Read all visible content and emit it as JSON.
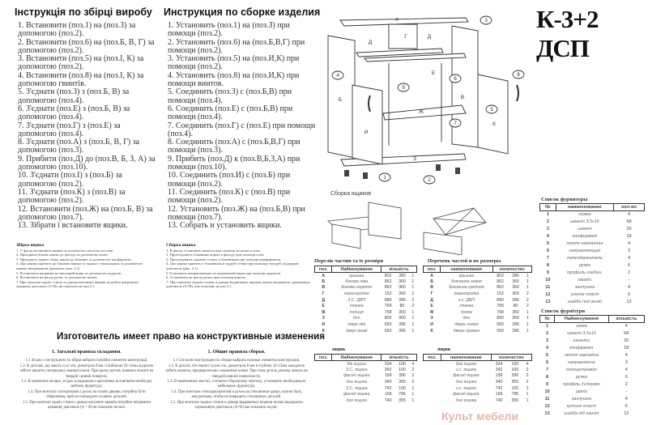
{
  "title": "К-3+2 ДСП",
  "ua_instr": {
    "heading": "Інструкція по збірці виробу",
    "steps": [
      "1. Встановити (поз.1) на (поз.З) за допомогою (поз.2).",
      "2. Встановити (поз.6) на (поз.Б, В, Г) за допомогою (поз.2).",
      "3. Встановити (поз.5) на (поз.І, К) за допомогою (поз.2).",
      "4. Встановити (поз.8) на (поз.І, К) за допомогою гвинтів.",
      "5. З'єднати (поз.З) з (поз.Б, В) за допомогою (поз.4).",
      "6. З'єднати (поз.Е) з (поз.Б, В) за допомогою (поз.4).",
      "7. З'єднати (поз.Г) з (поз.Е) за допомогою (поз.4).",
      "8. З'єднати (поз.А) з (поз.Б, В, Г) за допомогою (поз.3).",
      "9. Прибити (поз.Д) до (поз.В, Б, З, А) за допомогою (поз.10).",
      "10. З'єднати (поз.І) з (поз.Б) за допомогою (поз.2).",
      "11. З'єднати (поз.К) з (поз.В) за допомогою (поз.2).",
      "12. Встановити (поз.Ж) на (поз.Б, В) за допомогою (поз.7).",
      "13. Зібрати і встановити ящики."
    ]
  },
  "ru_instr": {
    "heading": "Инструкция по сборке изделия",
    "steps": [
      "1. Установить (поз.1) на (поз.З) при помощи (поз.2).",
      "2. Установить (поз.6) на (поз.Б,В,Г) при помощи (поз.2).",
      "3. Установить (поз.5) на (поз.И,К) при помощи (поз.2).",
      "4. Установить (поз.8) на (поз.И,К) при помощи винтов.",
      "5. Соединить (поз.З) с (поз.Б,В) при помощи (поз.4).",
      "6. Соединить (поз.Е) с (поз.Б,В) при помощи (поз.4).",
      "7. Соединить (поз.Г) с (поз.Е) при помощи (поз.4).",
      "8. Соединить (поз.А) с (поз.Б,В,Г) при помощи (поз.3).",
      "9. Прибить (поз.Д) к (поз.В,Б,З,А) при помощи (поз.10).",
      "10. Соединить (поз.И) с (поз.Б) при помощи (поз.2).",
      "11. Соединить (поз.К) с (поз.В) при помощи (поз.2).",
      "12. Установить (поз.Ж) на (поз.Б,В) при помощи (поз.7).",
      "13. Собрать и установить ящики."
    ]
  },
  "ua_drawer": {
    "heading": "Збірка ящика",
    "lines": [
      "1. У фасад встановити ящики за допомогою молотка та клею.",
      "2. Приєднати бокові ящика до фасаду за допомогою клею.",
      "3. Приєднати задню стінку ящика до бокових за допомогою конфірматів.",
      "4. Дно ящика прибити до бокових ящика та задньої стінки ящика за допомогою цвяхів, витримавши діагональ (мал. 2.1)",
      "5. Встановити напрямні на висувний ящик за допомогою шурупів.",
      "6. Встановити на фасад ручку за допомогою шипів.",
      "7. При монтажі задніх стінок та днища висувних ящиків потрібно витримати однакову діагональ (А=В), як показано на мал.2.1."
    ]
  },
  "ru_drawer": {
    "heading": "Сборка ящика",
    "lines": [
      "1. В фасад установить шканты при помощи молотка и клея.",
      "2. Присоединить боковины ящика к фасаду при помощи клея.",
      "3. Присоединить заднюю стенку к боковинам при помощи конфирматов.",
      "4. Дно ящика прибить к боковинам и задней стенке при помощи гвоздей, выдержав диагональ (рис. 2.1).",
      "5.Установить направляющие на выдвижной ящик при помощи шурупов.",
      "6. Установить на фасад ручку при помощи винтов.",
      "7. При монтаже задних стенок и днища выдвижных ящиков нужно выдержать одинаковую диагональ (А=В), как показано на рис.2.1."
    ]
  },
  "drawer_caption": "Сборка ящиков",
  "drawing_labels": [
    "А",
    "Б",
    "В",
    "Г",
    "Д",
    "Д",
    "Е",
    "Ж",
    "З",
    "И",
    "К",
    "1",
    "2",
    "3",
    "4",
    "5",
    "6",
    "7",
    "8",
    "9"
  ],
  "notice": "Изготовитель имеет право на конструктивные изменения",
  "ua_rules": {
    "heading": "1. Загальні правила складання.",
    "lines": [
      "1.1 Згідно з інструкцією по збірці вибрати потрібні елементи конструкції.",
      "1.2. В деталях, що мають сухі отв. діаметром 8 мм і глибиною 10-12мм акуратно забити шканти, попередньо змазані клеєм. При цьому деталь повинна лежати на твердій і рівній поверхні.",
      "1.3. В намічених місцях, згідно складального креслення, встановити необхідну меблеву фурнітуру.",
      "1.4. При монтажі склотримачів і ручок на скляні дверки, потрібно бути обережним, щоб не пошкодити скляних деталей.",
      "1.5. При монтажі задніх стінок і днища висувних ящиків потрібно витримати однакову діагональ (А = В) як показано на мал."
    ]
  },
  "ru_rules": {
    "heading": "1. Общие правила сборки.",
    "lines": [
      "1.1 Согласно инструкции по сборке выбрать нужные элементы конструкции.",
      "1.2. В детали, что имеют сухие отв. диаметром 8 мм и глубину 10-12мм аккуратно забить шканты, предварительно смазанные клеем. При этом деталь должна лежать на твердой ровной поверхности.",
      "1.3. В намеченных местах, согласно сборочному чертежу, установить необходимую мебельную фурнитуру.",
      "1.4. При монтаже стеклодержателей и ручек на стеклянные двери, нужно быть аккуратным, чтобы не повредить стеклянных деталей.",
      "1.5. При монтаже задних стенок и днища выдвижных ящиков нужно выдержать одинаковую диагональ (А=В) как показано на рис."
    ]
  },
  "ua_parts": {
    "title": "Перелік частин та їх розміри",
    "headers": [
      "поз.",
      "Найменування",
      "кількість"
    ],
    "rows": [
      [
        "А",
        "кришка",
        "802",
        "380",
        "1"
      ],
      [
        "Б",
        "бокова ліва",
        "862",
        "360",
        "1"
      ],
      [
        "В",
        "бокова середня",
        "862",
        "360",
        "1"
      ],
      [
        "Г",
        "перегородка",
        "152",
        "360",
        "2"
      ],
      [
        "Д",
        "З.С. ДВП",
        "890",
        "396",
        "2"
      ],
      [
        "Е",
        "планка",
        "768",
        "80",
        "2"
      ],
      [
        "Ж",
        "полиця",
        "768",
        "350",
        "1"
      ],
      [
        "З",
        "дно",
        "800",
        "360",
        "1"
      ],
      [
        "И",
        "двері ліві",
        "550",
        "396",
        "1"
      ],
      [
        "К",
        "двері праві",
        "550",
        "396",
        "1"
      ]
    ]
  },
  "ru_parts": {
    "title": "Перечень частей и их размеры",
    "headers": [
      "поз.",
      "наименование",
      "количество"
    ],
    "rows": [
      [
        "А",
        "крышка",
        "802",
        "380",
        "1"
      ],
      [
        "Б",
        "боковина левая",
        "862",
        "360",
        "1"
      ],
      [
        "В",
        "боковина средняя",
        "862",
        "360",
        "1"
      ],
      [
        "Г",
        "перегородка",
        "152",
        "360",
        "2"
      ],
      [
        "Д",
        "з.с. ДВП",
        "890",
        "396",
        "2"
      ],
      [
        "Е",
        "планка",
        "768",
        "80",
        "2"
      ],
      [
        "Ж",
        "полка",
        "768",
        "350",
        "1"
      ],
      [
        "З",
        "дно",
        "800",
        "360",
        "1"
      ],
      [
        "И",
        "дверь левая",
        "550",
        "396",
        "1"
      ],
      [
        "К",
        "дверь правая",
        "550",
        "396",
        "1"
      ]
    ]
  },
  "ua_drawers": {
    "title": "ящик",
    "headers": [
      "поз.",
      "Найменування",
      "кількість"
    ],
    "rows": [
      [
        "",
        "бік ящика",
        "334",
        "100",
        "4"
      ],
      [
        "",
        "З.С. ящика",
        "342",
        "100",
        "2"
      ],
      [
        "",
        "фасад ящика",
        "158",
        "396",
        "2"
      ],
      [
        "",
        "дно ящика",
        "340",
        "355",
        "2"
      ],
      [
        "",
        "З.С. ящика",
        "742",
        "100",
        "1"
      ],
      [
        "",
        "фасад ящика",
        "158",
        "796",
        "1"
      ],
      [
        "",
        "дно ящика",
        "740",
        "355",
        "1"
      ]
    ]
  },
  "ru_drawers": {
    "title": "ящик",
    "headers": [
      "поз.",
      "наименование",
      "количество"
    ],
    "rows": [
      [
        "",
        "бок ящика",
        "334",
        "100",
        "4"
      ],
      [
        "",
        "з.с. ящика",
        "342",
        "100",
        "2"
      ],
      [
        "",
        "фасад ящика",
        "158",
        "396",
        "2"
      ],
      [
        "",
        "дно ящика",
        "340",
        "355",
        "2"
      ],
      [
        "",
        "з.с. ящика",
        "742",
        "100",
        "1"
      ],
      [
        "",
        "фасад ящика",
        "158",
        "796",
        "1"
      ],
      [
        "",
        "дно ящика",
        "740",
        "355",
        "1"
      ]
    ]
  },
  "ru_hardware": {
    "title": "Список фурнитуры",
    "headers": [
      "№",
      "наименование",
      "кол-во"
    ],
    "rows": [
      [
        "1",
        "ножка",
        "4"
      ],
      [
        "2",
        "шкант 3.5х16",
        "68"
      ],
      [
        "3",
        "шкант",
        "20"
      ],
      [
        "4",
        "конфирмат",
        "18"
      ],
      [
        "5",
        "петля накладная",
        "4"
      ],
      [
        "6",
        "направляющая",
        "3"
      ],
      [
        "7",
        "полкодержатель",
        "4"
      ],
      [
        "8",
        "ручка",
        "6"
      ],
      [
        "9",
        "профиль соедин.",
        "2"
      ],
      [
        "10",
        "гвозди",
        "-"
      ],
      [
        "11",
        "заглушка",
        "4"
      ],
      [
        "12",
        "уголок пласт",
        "6"
      ],
      [
        "13",
        "шайба под винт",
        "12"
      ]
    ]
  },
  "ua_hardware": {
    "title": "Список фурнітури",
    "headers": [
      "№",
      "Найменування",
      "кількість"
    ],
    "rows": [
      [
        "1",
        "ніжка",
        "4"
      ],
      [
        "2",
        "шкант 3.5х16",
        "68"
      ],
      [
        "3",
        "шканти",
        "20"
      ],
      [
        "4",
        "конфірмат",
        "18"
      ],
      [
        "5",
        "петля накладна",
        "4"
      ],
      [
        "6",
        "направляюча",
        "3"
      ],
      [
        "7",
        "полицетримач",
        "4"
      ],
      [
        "8",
        "ручка",
        "6"
      ],
      [
        "9",
        "профіль з'єднувач",
        "2"
      ],
      [
        "10",
        "цвяхи",
        "-"
      ],
      [
        "11",
        "заглушка",
        "4"
      ],
      [
        "12",
        "кутник пласт",
        "6"
      ],
      [
        "13",
        "шайба під гвинт",
        "12"
      ]
    ]
  },
  "watermark": "Культ мебели",
  "colors": {
    "ink": "#222222",
    "watermark": "#e3b8a8"
  }
}
